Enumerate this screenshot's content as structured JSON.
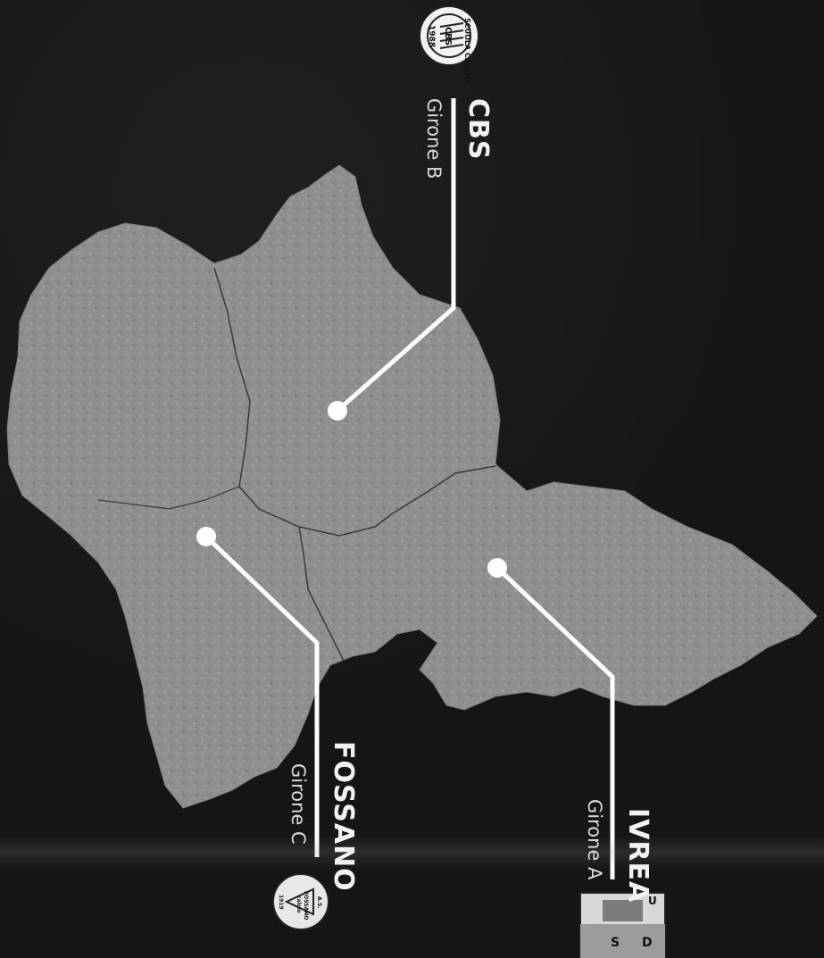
{
  "teams": [
    {
      "name": "CBS",
      "group": "Girone B",
      "logo_text": [
        "SCUOLA CALCIO",
        "C",
        "B",
        "S",
        "1988"
      ]
    },
    {
      "name": "FOSSANO",
      "group": "Girone C",
      "logo_text": [
        "A.S.",
        "FOSSANO",
        "calcio",
        "1919"
      ]
    },
    {
      "name": "IVREA",
      "group": "Girone A",
      "logo_text": [
        "U",
        "S",
        "D"
      ]
    }
  ],
  "colors": {
    "background": "#161616",
    "region_fill": "#8f8f8f",
    "border_line": "#3a3a3a",
    "pointer": "#ffffff"
  }
}
